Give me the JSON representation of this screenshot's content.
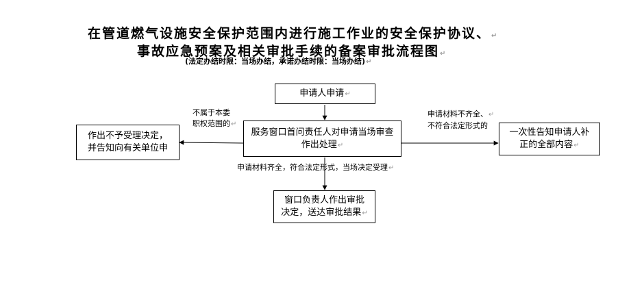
{
  "title": {
    "line1": "在管道燃气设施安全保护范围内进行施工作业的安全保护协议、",
    "line2": "事故应急预案及相关审批手续的备案审批流程图",
    "note": "(法定办结时限：当场办结，承诺办结时限：当场办结)"
  },
  "nodes": {
    "apply": {
      "text": "申请人申请"
    },
    "window_review": {
      "line1": "服务窗口首问责任人对申请当场审查",
      "line2": "作出处理"
    },
    "reject": {
      "line1": "作出不予受理决定，",
      "line2": "并告知向有关单位申"
    },
    "inform": {
      "line1": "一次性告知申请人补",
      "line2": "正的全部内容"
    },
    "approve": {
      "line1": "窗口负责人作出审批",
      "line2": "决定，送达审批结果"
    }
  },
  "edge_labels": {
    "not_in_scope": {
      "line1": "不属于本委",
      "line2": "职权范围的"
    },
    "incomplete": {
      "line1": "申请材料不齐全、",
      "line2": "不符合法定形式的"
    },
    "complete": {
      "text": "申请材料齐全，符合法定形式，当场决定受理"
    }
  },
  "paragraph_mark": "↵"
}
